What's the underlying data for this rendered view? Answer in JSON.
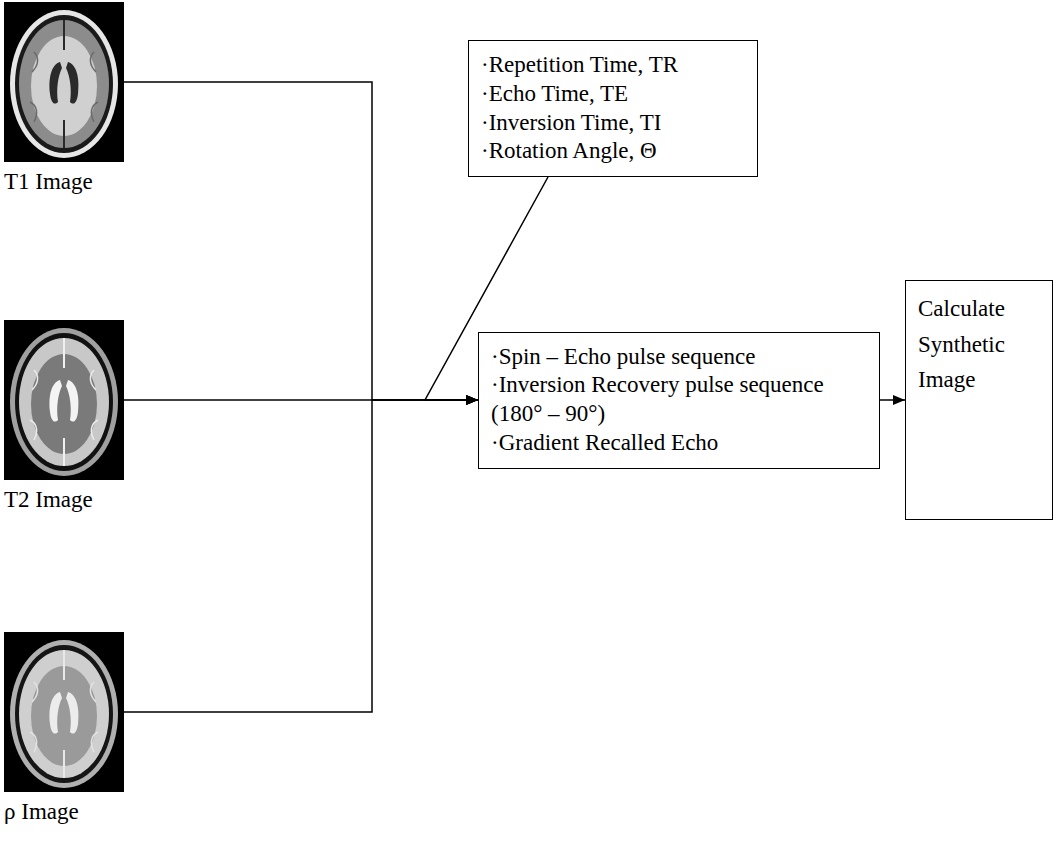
{
  "diagram": {
    "nodes": [
      {
        "text": [
          "T1 Image"
        ]
      },
      {
        "text": [
          "T2 Image"
        ]
      },
      {
        "text": [
          "ρ Image"
        ]
      },
      {
        "text": [
          "·Repetition Time, TR",
          "·Echo Time, TE",
          "·Inversion Time, TI",
          "·Rotation Angle, Θ"
        ]
      },
      {
        "text": [
          "·Spin – Echo pulse sequence",
          "·Inversion Recovery pulse sequence (180° – 90°)",
          "·Gradient Recalled Echo"
        ]
      },
      {
        "text": [
          "Calculate Synthetic Image"
        ]
      }
    ],
    "edges": [
      {
        "from": 0,
        "to": 4,
        "arrow": "to"
      },
      {
        "from": 1,
        "to": 4,
        "arrow": "to"
      },
      {
        "from": 2,
        "to": 4,
        "arrow": "to"
      },
      {
        "from": 3,
        "to": 4,
        "arrow": "to"
      },
      {
        "from": 4,
        "to": 5,
        "arrow": "to"
      }
    ]
  }
}
